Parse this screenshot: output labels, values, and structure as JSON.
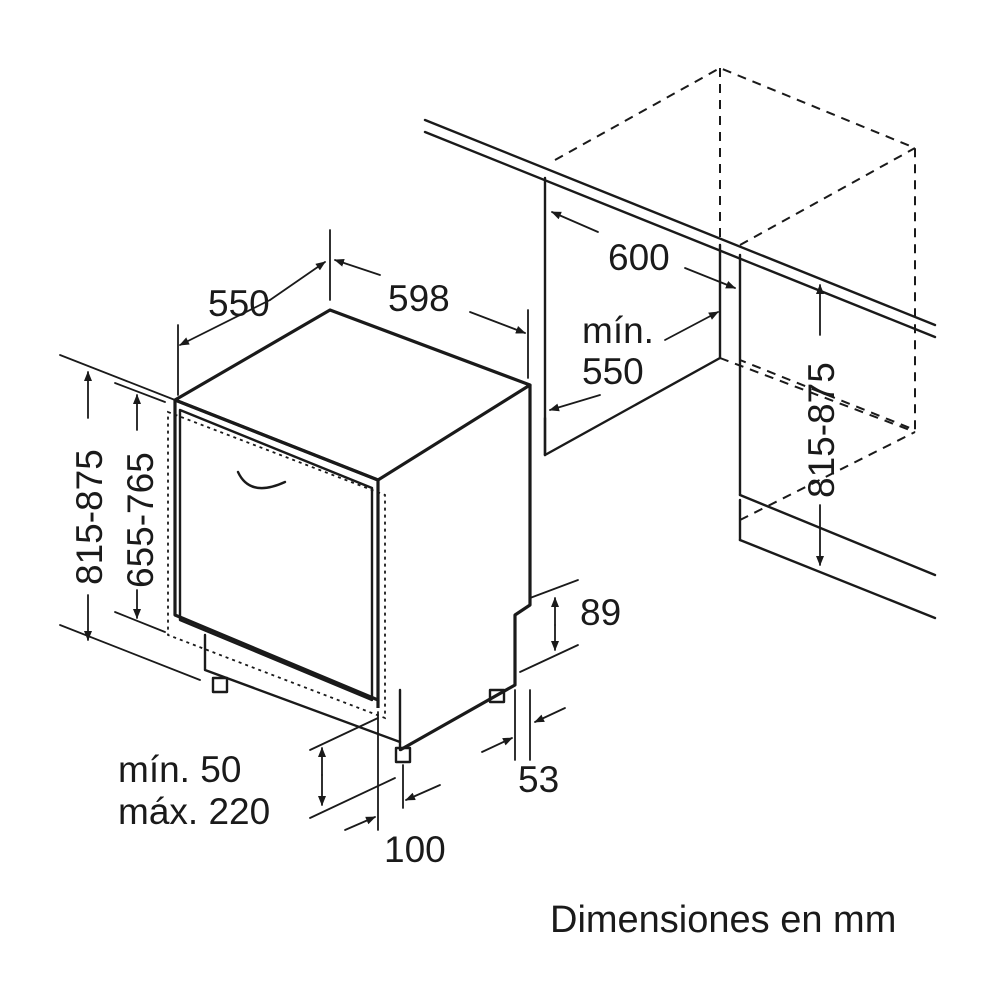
{
  "dimensions": {
    "depth": "550",
    "width": "598",
    "niche_width": "600",
    "niche_depth_line1": "mín.",
    "niche_depth_line2": "550",
    "height_left": "815-875",
    "door_height": "655-765",
    "height_right": "815-875",
    "base_height": "89",
    "base_recess": "53",
    "plinth_line1": "mín. 50",
    "plinth_line2": "máx. 220",
    "plinth_depth": "100"
  },
  "caption": "Dimensiones en mm",
  "colors": {
    "line": "#1a1a1a",
    "background": "#ffffff"
  }
}
